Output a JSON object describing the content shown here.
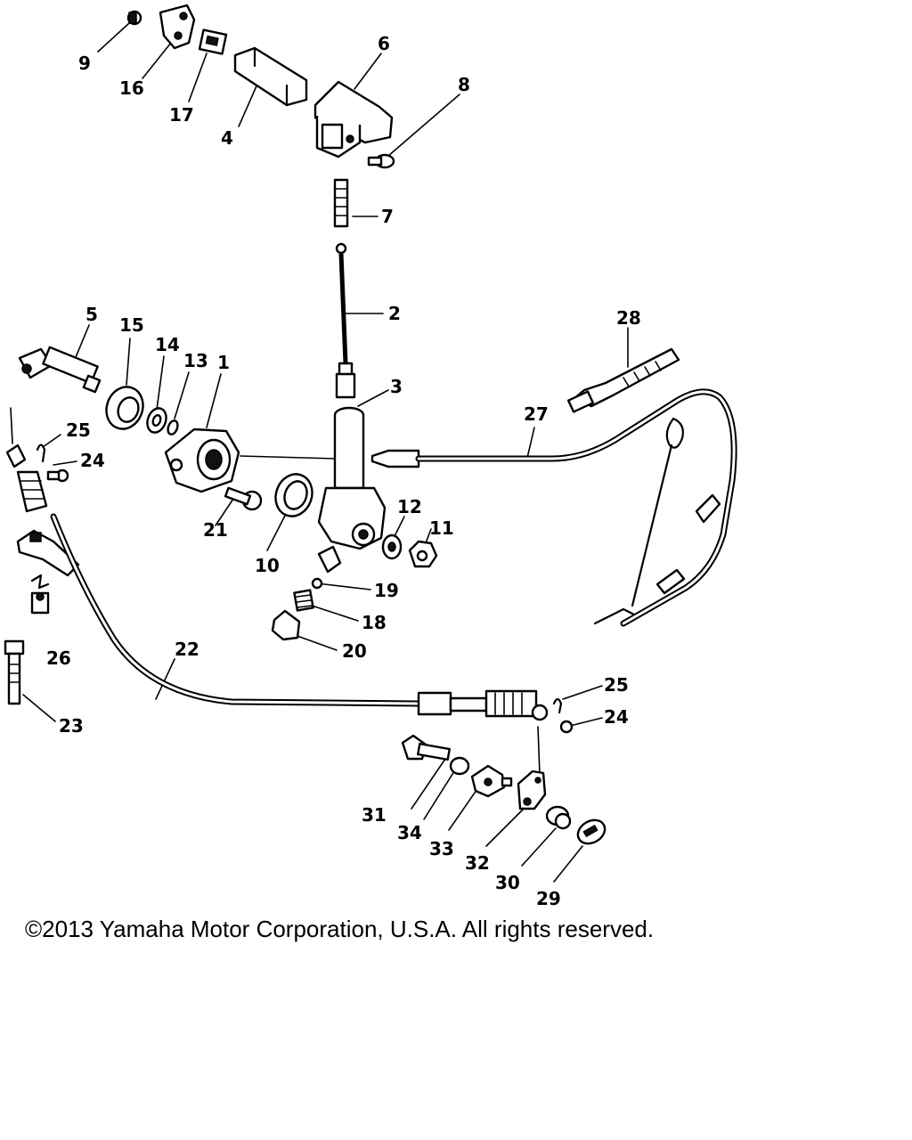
{
  "diagram": {
    "callouts": [
      {
        "id": "c9",
        "text": "9"
      },
      {
        "id": "c16",
        "text": "16"
      },
      {
        "id": "c17",
        "text": "17"
      },
      {
        "id": "c4",
        "text": "4"
      },
      {
        "id": "c6",
        "text": "6"
      },
      {
        "id": "c8",
        "text": "8"
      },
      {
        "id": "c7",
        "text": "7"
      },
      {
        "id": "c2",
        "text": "2"
      },
      {
        "id": "c3",
        "text": "3"
      },
      {
        "id": "c28",
        "text": "28"
      },
      {
        "id": "c27",
        "text": "27"
      },
      {
        "id": "c5",
        "text": "5"
      },
      {
        "id": "c15",
        "text": "15"
      },
      {
        "id": "c14",
        "text": "14"
      },
      {
        "id": "c13",
        "text": "13"
      },
      {
        "id": "c1",
        "text": "1"
      },
      {
        "id": "c25a",
        "text": "25"
      },
      {
        "id": "c24a",
        "text": "24"
      },
      {
        "id": "c21",
        "text": "21"
      },
      {
        "id": "c10",
        "text": "10"
      },
      {
        "id": "c12",
        "text": "12"
      },
      {
        "id": "c11",
        "text": "11"
      },
      {
        "id": "c19",
        "text": "19"
      },
      {
        "id": "c18",
        "text": "18"
      },
      {
        "id": "c20",
        "text": "20"
      },
      {
        "id": "c26",
        "text": "26"
      },
      {
        "id": "c22",
        "text": "22"
      },
      {
        "id": "c23",
        "text": "23"
      },
      {
        "id": "c25b",
        "text": "25"
      },
      {
        "id": "c24b",
        "text": "24"
      },
      {
        "id": "c31",
        "text": "31"
      },
      {
        "id": "c34",
        "text": "34"
      },
      {
        "id": "c33",
        "text": "33"
      },
      {
        "id": "c32",
        "text": "32"
      },
      {
        "id": "c30",
        "text": "30"
      },
      {
        "id": "c29",
        "text": "29"
      }
    ]
  },
  "footer": {
    "copyright": "©2013 Yamaha Motor Corporation, U.S.A. All rights reserved."
  }
}
